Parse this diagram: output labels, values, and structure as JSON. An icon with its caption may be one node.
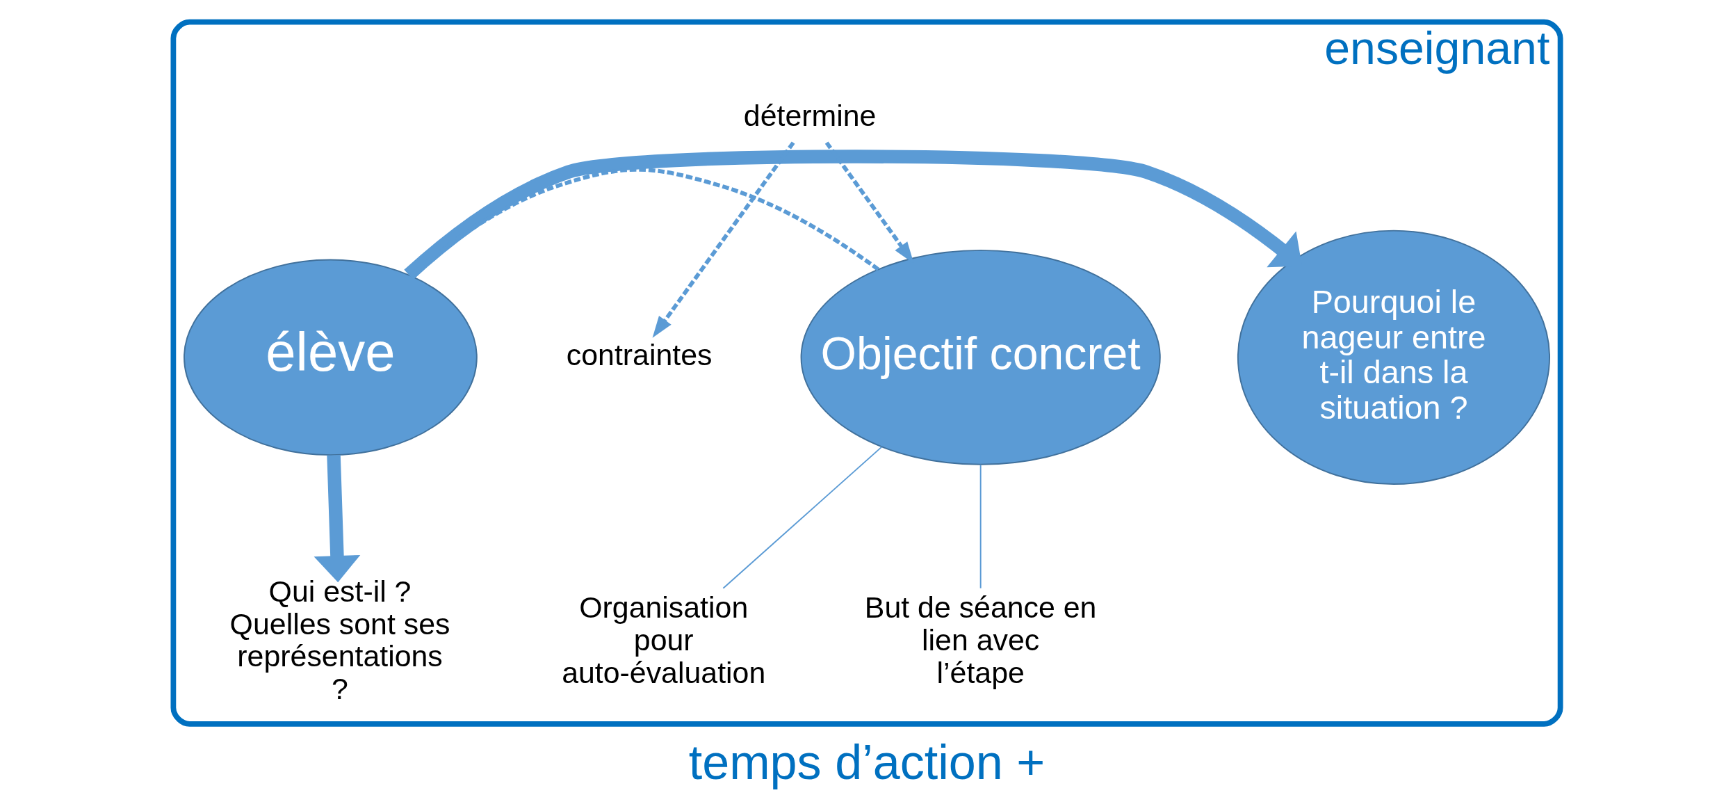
{
  "diagram": {
    "caption": "temps d’action +",
    "nodes": [
      {
        "text": [
          "enseignant"
        ]
      },
      {
        "text": [
          "Pourquoi le nageur entre t-il dans la situation ?"
        ],
        "in": 0
      },
      {
        "text": [
          "élève"
        ],
        "in": 0
      },
      {
        "text": [
          "contraintes"
        ],
        "in": 0
      },
      {
        "text": [
          "Objectif concret"
        ],
        "in": 0
      },
      {
        "text": [
          "détermine"
        ],
        "in": 0
      },
      {
        "text": [
          "Qui est-il ? Quelles sont ses représentations ?"
        ],
        "in": 0
      },
      {
        "text": [
          "Organisation pour auto-évaluation"
        ],
        "in": 0
      },
      {
        "text": [
          "But de séance en lien avec l’étape"
        ],
        "in": 0
      }
    ],
    "edges": [
      {
        "from": 5,
        "to": 3,
        "arrow": "to",
        "style": "dashed"
      },
      {
        "from": 5,
        "to": 4,
        "arrow": "to",
        "style": "dashed"
      },
      {
        "from": 2,
        "to": 1,
        "arrow": "to",
        "style": "thick"
      },
      {
        "from": 2,
        "to": 4,
        "arrow": "none",
        "style": "dashed"
      },
      {
        "from": 2,
        "to": 6,
        "arrow": "to",
        "style": "thick"
      },
      {
        "from": 4,
        "to": 7,
        "arrow": "none"
      },
      {
        "from": 4,
        "to": 8,
        "arrow": "none"
      }
    ]
  }
}
